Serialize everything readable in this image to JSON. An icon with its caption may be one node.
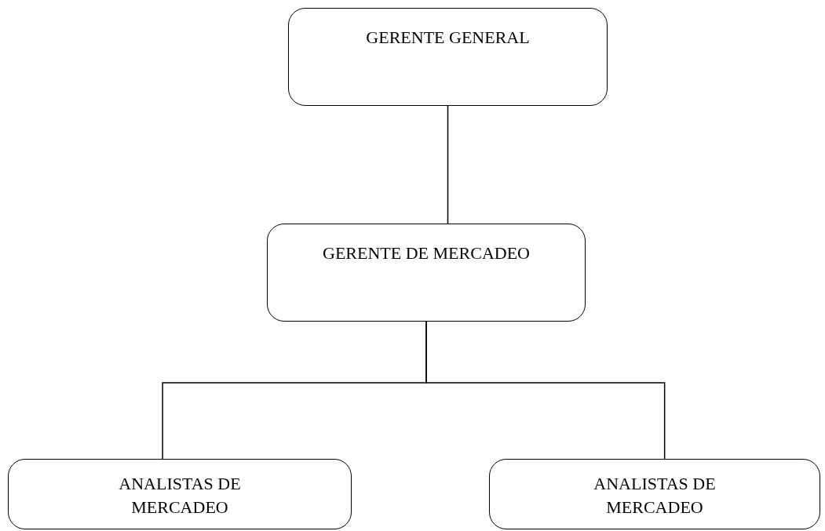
{
  "diagram": {
    "nodes": [
      {
        "text": [
          "GERENTE GENERAL"
        ]
      },
      {
        "text": [
          "GERENTE DE MERCADEO"
        ]
      },
      {
        "text": [
          "ANALISTAS DE MERCADEO"
        ]
      },
      {
        "text": [
          "ANALISTAS DE MERCADEO"
        ]
      }
    ],
    "edges": [
      {
        "from": 0,
        "to": 1,
        "arrow": "none"
      },
      {
        "from": 1,
        "to": 2,
        "arrow": "none"
      },
      {
        "from": 1,
        "to": 3,
        "arrow": "none"
      }
    ]
  }
}
